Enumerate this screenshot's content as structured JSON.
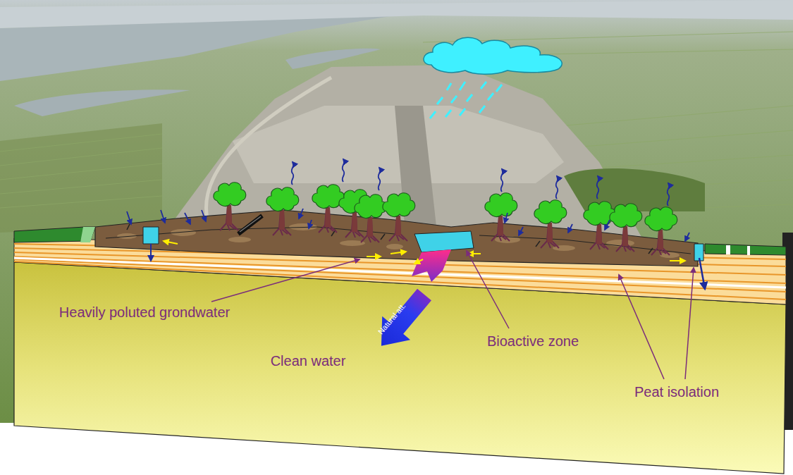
{
  "diagram": {
    "labels": [
      "Heavily poluted grondwater",
      "Natural att.",
      "Clean water",
      "Bioactive zone",
      "Peat isolation"
    ]
  }
}
